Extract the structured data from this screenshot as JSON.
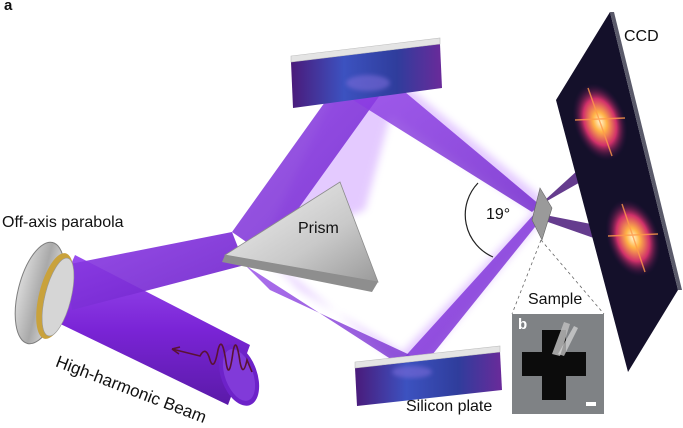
{
  "panel_label": "a",
  "inset_label": "b",
  "labels": {
    "ccd": "CCD",
    "off_axis_parabola": "Off-axis parabola",
    "prism": "Prism",
    "angle": "19°",
    "sample": "Sample",
    "silicon_plate": "Silicon plate",
    "beam": "High-harmonic Beam"
  },
  "colors": {
    "beam": "#8a2be2",
    "beam_glow": "#b46bff",
    "ccd_face": "#14102a",
    "ccd_spot": "#ffd27a",
    "mirror": "#3a3fa8",
    "background": "#ffffff"
  }
}
